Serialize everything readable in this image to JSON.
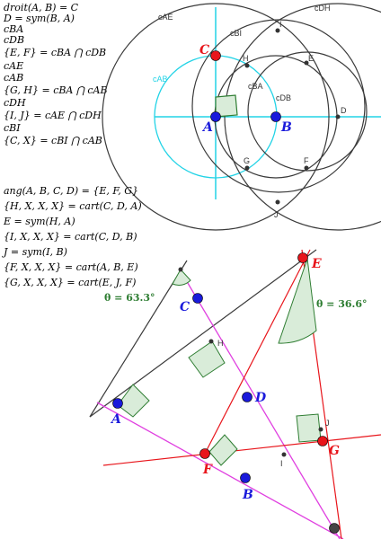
{
  "top_text_lines": [
    "droit(A, B)  =  C",
    "D  =  sym(B, A)",
    "cBA",
    "cDB",
    "{E, F}  =  cBA ⋂ cDB",
    "cAE",
    "cAB",
    "{G, H}  =  cBA ⋂ cAB",
    "cDH",
    "{I, J}  =  cAE ⋂ cDH",
    "cBI",
    "{C, X}  =  cBI ⋂ cAB"
  ],
  "bottom_text_lines": [
    "ang(A, B, C, D)  =  {E, F, G}",
    "{H, X, X, X}  =  cart(C, D, A)",
    "E  =  sym(H, A)",
    "{I, X, X, X}  =  cart(C, D, B)",
    "J  =  sym(I, B)",
    "{F, X, X, X}  =  cart(A, B, E)",
    "{G, X, X, X}  =  cart(E, J, F)"
  ],
  "top_figure": {
    "circle_labels": {
      "cAE": "cAE",
      "cDH": "cDH",
      "cBI": "cBI",
      "cAB": "cAB",
      "cBA": "cBA",
      "cDB": "cDB"
    },
    "point_labels": {
      "A": "A",
      "B": "B",
      "C": "C",
      "D": "D",
      "E": "E",
      "F": "F",
      "G": "G",
      "H": "H",
      "I": "I",
      "J": "J"
    }
  },
  "bottom_figure": {
    "angle_left": "θ  =  63.3°",
    "angle_right": "θ  =  36.6°",
    "point_labels": {
      "A": "A",
      "B": "B",
      "C": "C",
      "D": "D",
      "E": "E",
      "F": "F",
      "G": "G",
      "H": "H",
      "I": "I",
      "J": "J"
    }
  },
  "colors": {
    "blue": "#1a1adb",
    "red": "#e8151b",
    "cyan": "#22d3e6",
    "dark": "#3a3a3a",
    "magenta": "#e040e0",
    "green_text": "#2e7d32"
  }
}
